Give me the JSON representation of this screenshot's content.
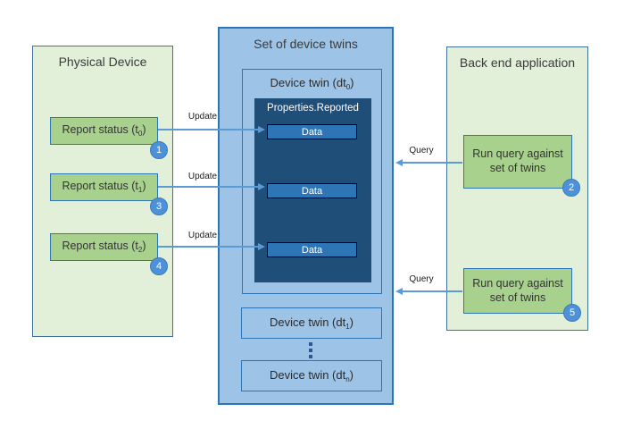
{
  "colors": {
    "panel_green_fill": "#e2efd9",
    "panel_green_border": "#41719c",
    "action_green_fill": "#a9d18e",
    "action_green_border": "#2e75b6",
    "twin_set_fill": "#9dc3e6",
    "twin_set_border": "#2e75b6",
    "properties_fill": "#1f4e79",
    "data_fill": "#2e75b6",
    "badge_fill": "#4d92d9",
    "arrow_blue": "#5b9bd5",
    "dot_blue": "#2f5597"
  },
  "left_panel": {
    "title": "Physical Device",
    "boxes": [
      {
        "label": "Report status (t",
        "sub": "0",
        "close": ")",
        "badge": "1"
      },
      {
        "label": "Report status (t",
        "sub": "1",
        "close": ")",
        "badge": "3"
      },
      {
        "label": "Report status (t",
        "sub": "2",
        "close": ")",
        "badge": "4"
      }
    ]
  },
  "twin_set": {
    "title": "Set of device twins",
    "twin0": {
      "label": "Device twin (dt",
      "sub": "0",
      "close": ")"
    },
    "properties_label": "Properties.Reported",
    "data_items": [
      {
        "label": "Data"
      },
      {
        "label": "Data"
      },
      {
        "label": "Data"
      }
    ],
    "twin1": {
      "label": "Device twin (dt",
      "sub": "1",
      "close": ")"
    },
    "twinN": {
      "label": "Device twin (dt",
      "sub": "n",
      "close": ")"
    }
  },
  "right_panel": {
    "title": "Back end application",
    "boxes": [
      {
        "line1": "Run query against",
        "line2": "set of twins",
        "badge": "2"
      },
      {
        "line1": "Run query against",
        "line2": "set of twins",
        "badge": "5"
      }
    ]
  },
  "arrows": {
    "updates": [
      {
        "label": "Update"
      },
      {
        "label": "Update"
      },
      {
        "label": "Update"
      }
    ],
    "queries": [
      {
        "label": "Query"
      },
      {
        "label": "Query"
      }
    ]
  }
}
